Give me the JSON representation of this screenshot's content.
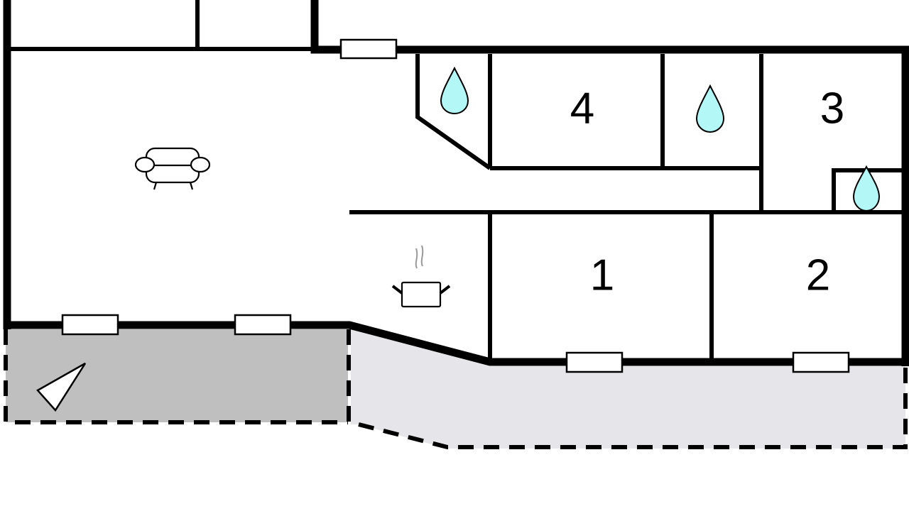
{
  "floor_plan": {
    "rooms": [
      {
        "label": "4"
      },
      {
        "label": "3"
      },
      {
        "label": "1"
      },
      {
        "label": "2"
      }
    ],
    "icons": [
      "bathroom-drop-icon",
      "bathroom-drop-icon",
      "bathroom-drop-icon",
      "armchair-icon",
      "cooking-pot-icon",
      "north-arrow-icon"
    ]
  },
  "colors": {
    "wall": "#000000",
    "terrace_covered": "#bfbfc0",
    "terrace_open": "#e6e6ea",
    "water_drop": "#b3f7f7",
    "steam": "#999999"
  }
}
